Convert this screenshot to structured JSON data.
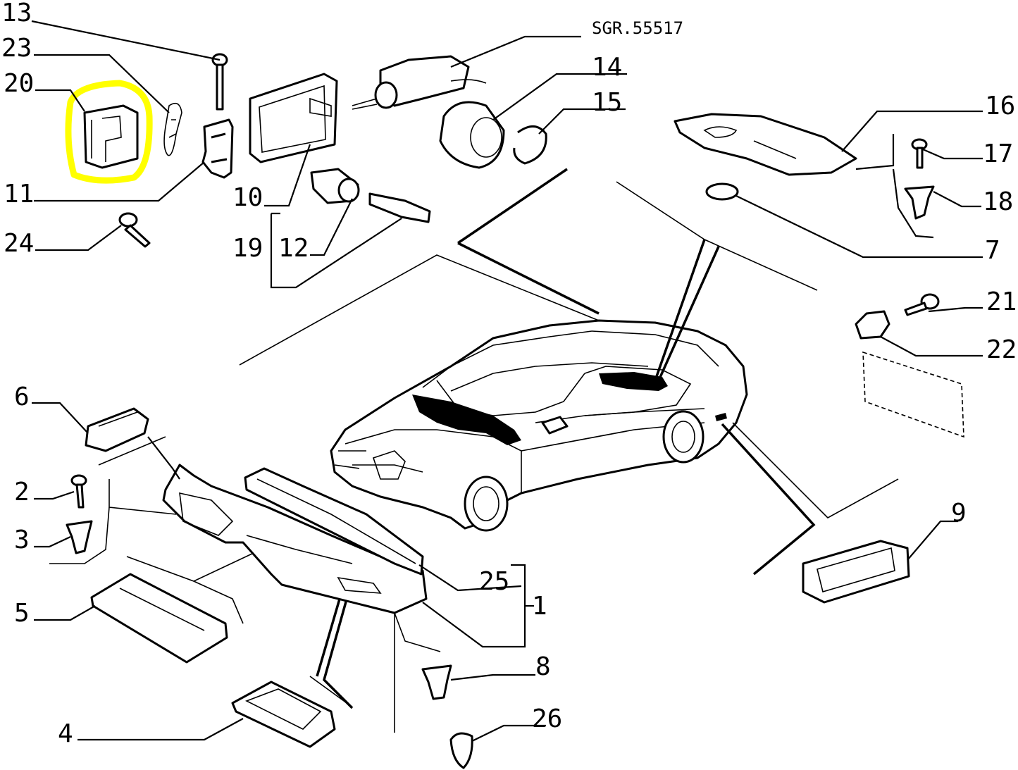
{
  "diagram": {
    "code": "SGR.55517",
    "labels": {
      "l13": "13",
      "l23": "23",
      "l20": "20",
      "l11": "11",
      "l24": "24",
      "l10": "10",
      "l19": "19",
      "l12": "12",
      "l14": "14",
      "l15": "15",
      "l16": "16",
      "l17": "17",
      "l18": "18",
      "l7": "7",
      "l21": "21",
      "l22": "22",
      "l6": "6",
      "l2": "2",
      "l3": "3",
      "l5": "5",
      "l4": "4",
      "l25": "25",
      "l1": "1",
      "l8": "8",
      "l26": "26",
      "l9": "9"
    },
    "highlight_color": "#ffff00",
    "highlighted_part": "20"
  }
}
